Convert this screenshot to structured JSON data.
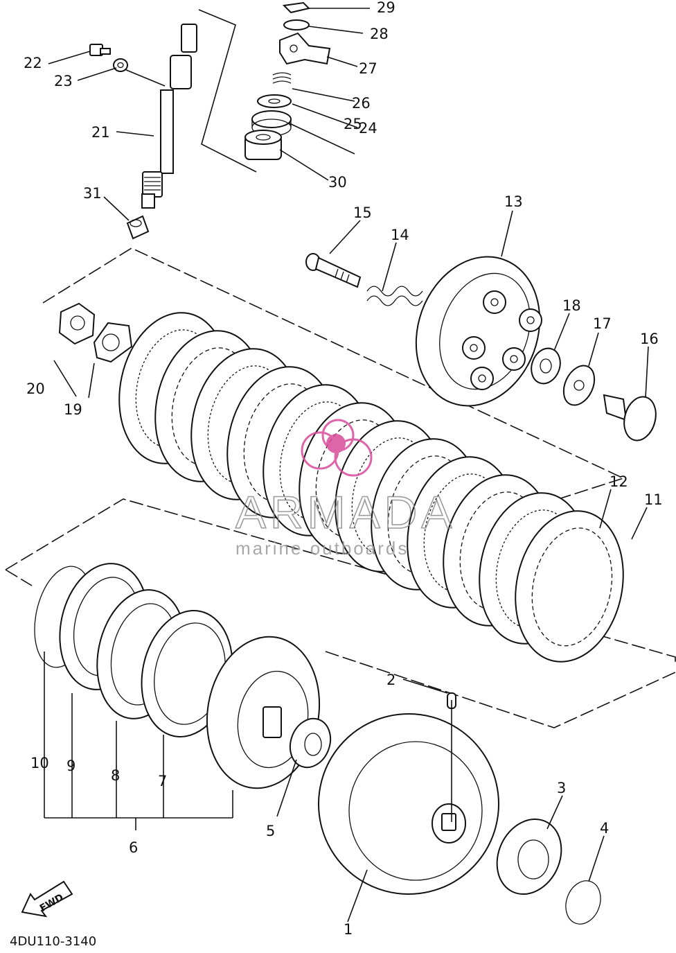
{
  "diagram": {
    "callouts": [
      "1",
      "2",
      "3",
      "4",
      "5",
      "6",
      "7",
      "8",
      "9",
      "10",
      "11",
      "12",
      "13",
      "14",
      "15",
      "16",
      "17",
      "18",
      "19",
      "20",
      "21",
      "22",
      "23",
      "24",
      "25",
      "26",
      "27",
      "28",
      "29",
      "30",
      "31"
    ],
    "drawing_number": "4DU110-3140",
    "direction_badge": "FWD"
  },
  "watermark": {
    "brand": "ARMADA",
    "tagline": "marine outboards",
    "accent_color": "#d94b9a"
  }
}
